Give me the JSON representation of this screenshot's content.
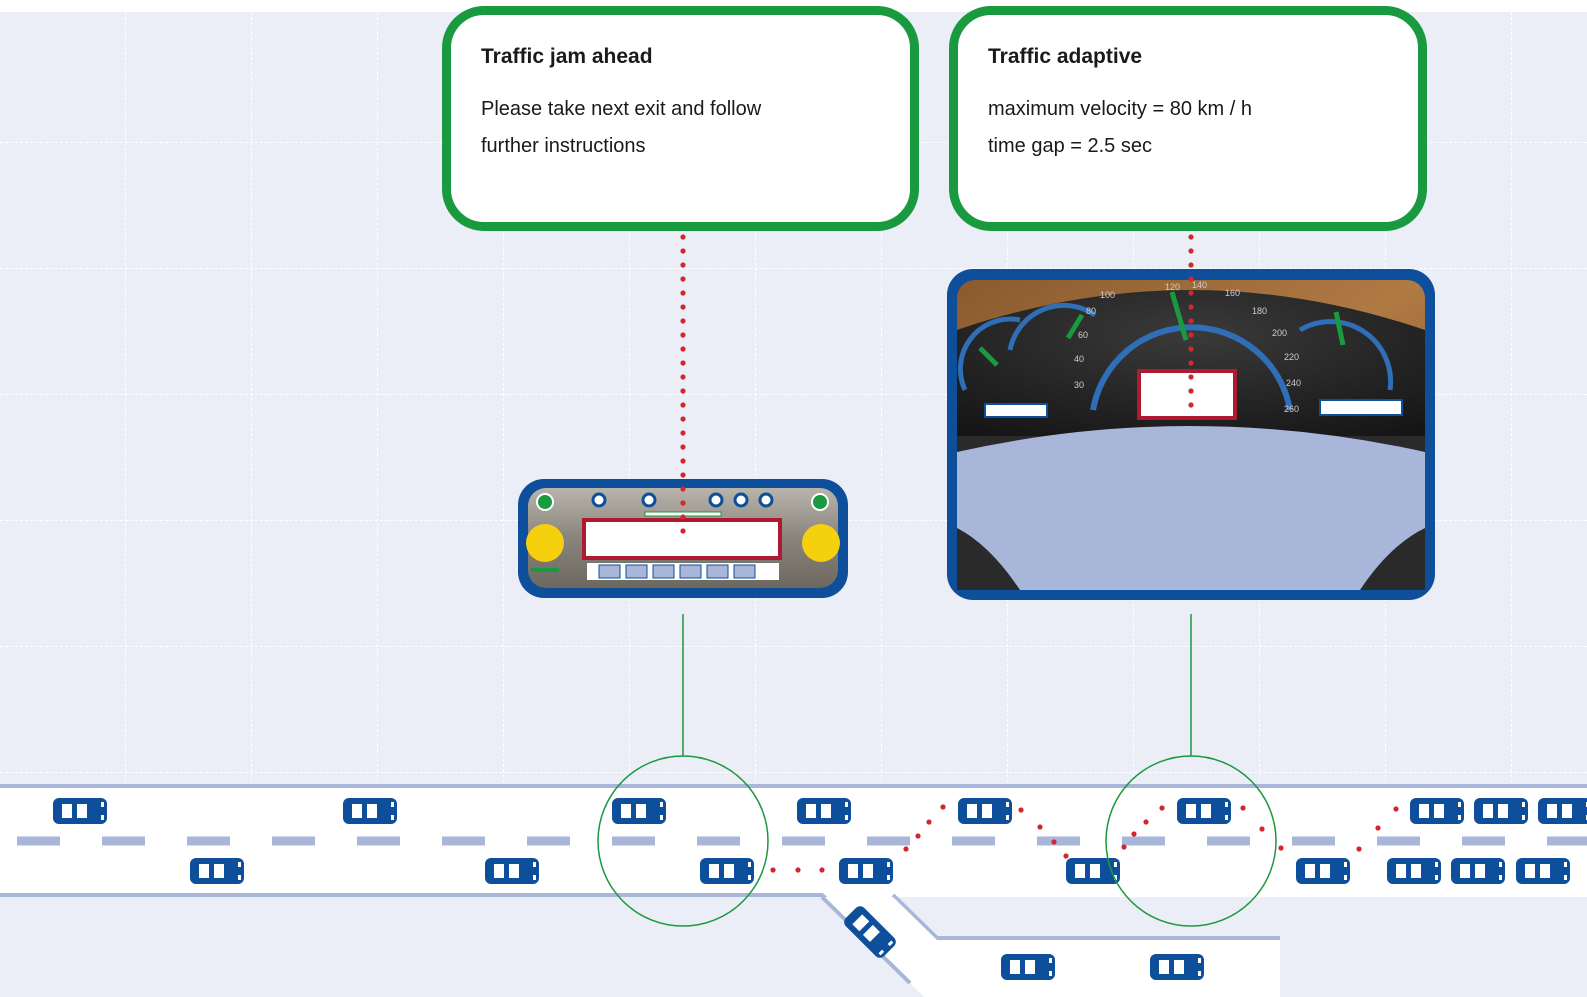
{
  "callouts": {
    "left": {
      "title": "Traffic jam ahead",
      "line1": "Please take next exit and follow",
      "line2": "further instructions"
    },
    "right": {
      "title": "Traffic adaptive",
      "line1": "maximum velocity = 80 km / h",
      "line2": "time gap = 2.5 sec"
    }
  },
  "dashboard": {
    "speedo_ticks": [
      "100",
      "120",
      "140",
      "160",
      "180",
      "200",
      "220",
      "240",
      "260",
      "80",
      "60",
      "40",
      "30"
    ]
  },
  "colors": {
    "callout_border": "#1a9a3e",
    "device_frame": "#0d4f9a",
    "display_border": "#b01932",
    "signal_dots": "#d4262e",
    "road_edge": "#a7b6d9",
    "car": "#0d4f9a"
  }
}
